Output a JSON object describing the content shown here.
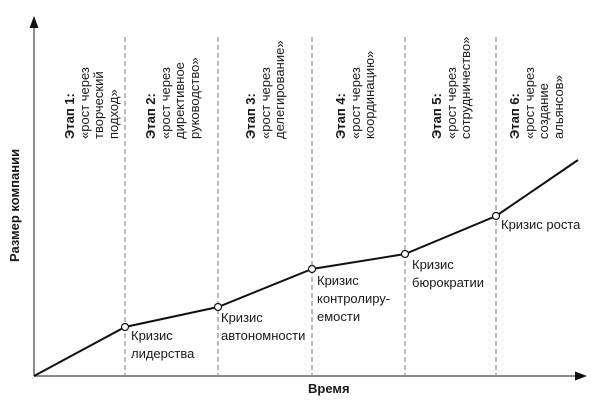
{
  "chart_data": {
    "type": "line",
    "title": "",
    "xlabel": "Время",
    "ylabel": "Размер компании",
    "grid": false,
    "stages": [
      {
        "title": "Этап 1:",
        "lines": [
          "«рост через",
          "творческий",
          "подход»"
        ]
      },
      {
        "title": "Этап 2:",
        "lines": [
          "«рост через",
          "директивное",
          "руководство»"
        ]
      },
      {
        "title": "Этап 3:",
        "lines": [
          "«рост через",
          "делегирование»"
        ]
      },
      {
        "title": "Этап 4:",
        "lines": [
          "«рост через",
          "координацию»"
        ]
      },
      {
        "title": "Этап 5:",
        "lines": [
          "«рост через",
          "сотрудничество»"
        ]
      },
      {
        "title": "Этап 6:",
        "lines": [
          "«рост через",
          "создание",
          "альянсов»"
        ]
      }
    ],
    "crises": [
      {
        "lines": [
          "Кризис",
          "лидерства"
        ]
      },
      {
        "lines": [
          "Кризис",
          "автономности"
        ]
      },
      {
        "lines": [
          "Кризис",
          "контролиру-",
          "емости"
        ]
      },
      {
        "lines": [
          "Кризис",
          "бюрократии"
        ]
      },
      {
        "lines": [
          "Кризис роста"
        ]
      }
    ],
    "points": [
      {
        "x": 0,
        "y": 0
      },
      {
        "x": 1,
        "y": 0.14
      },
      {
        "x": 2,
        "y": 0.19
      },
      {
        "x": 3,
        "y": 0.31
      },
      {
        "x": 4,
        "y": 0.34
      },
      {
        "x": 5,
        "y": 0.45
      },
      {
        "x": 5.9,
        "y": 0.59
      }
    ],
    "colors": {
      "line": "#111111",
      "axis": "#555555",
      "divider": "#777777",
      "text": "#1a1a1a"
    }
  }
}
